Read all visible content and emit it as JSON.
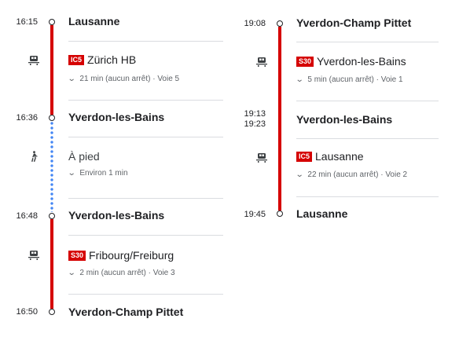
{
  "journey": {
    "col1": {
      "stops": [
        {
          "time": "16:15",
          "name": "Lausanne"
        },
        {
          "time": "16:36",
          "name": "Yverdon-les-Bains"
        },
        {
          "time": "16:48",
          "name": "Yverdon-les-Bains"
        },
        {
          "time": "16:50",
          "name": "Yverdon-Champ Pittet"
        }
      ],
      "legs": [
        {
          "mode": "train-icon",
          "line": "IC5",
          "destination": "Zürich HB",
          "detail": "21 min (aucun arrêt) · Voie 5"
        },
        {
          "mode": "walk-icon",
          "title": "À pied",
          "detail": "Environ 1 min"
        },
        {
          "mode": "train-icon",
          "line": "S30",
          "destination": "Fribourg/Freiburg",
          "detail": "2 min (aucun arrêt) · Voie 3"
        }
      ]
    },
    "col2": {
      "stops": [
        {
          "time": "19:08",
          "name": "Yverdon-Champ Pittet"
        },
        {
          "time": "19:13",
          "time2": "19:23",
          "name": "Yverdon-les-Bains"
        },
        {
          "time": "19:45",
          "name": "Lausanne"
        }
      ],
      "legs": [
        {
          "mode": "train-icon",
          "line": "S30",
          "destination": "Yverdon-les-Bains",
          "detail": "5 min (aucun arrêt) · Voie 1"
        },
        {
          "mode": "train-icon",
          "line": "IC5",
          "destination": "Lausanne",
          "detail": "22 min (aucun arrêt) · Voie 2"
        }
      ]
    },
    "colors": {
      "rail": "#d50000",
      "walk": "#4285f4",
      "badge": "#d50000"
    }
  }
}
